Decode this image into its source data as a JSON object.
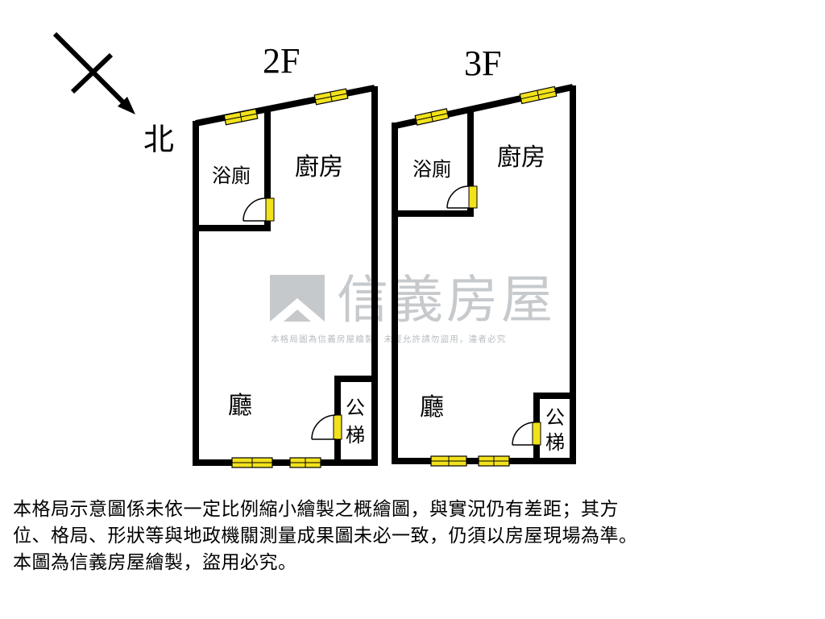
{
  "north_label": "北",
  "floors": [
    {
      "label": "2F",
      "rooms": {
        "bathroom": "浴廁",
        "kitchen": "廚房",
        "living": "廳",
        "elevator_top": "公",
        "elevator_bottom": "梯"
      }
    },
    {
      "label": "3F",
      "rooms": {
        "bathroom": "浴廁",
        "kitchen": "廚房",
        "living": "廳",
        "elevator_top": "公",
        "elevator_bottom": "梯"
      }
    }
  ],
  "watermark": {
    "name": "信義房屋",
    "notice": "本格局圖為信義房屋繪製，未經允許請勿盜用，違者必究"
  },
  "disclaimer": [
    "本格局示意圖係未依一定比例縮小繪製之概繪圖，與實況仍有差距；其方",
    "位、格局、形狀等與地政機關測量成果圖未必一致，仍須以房屋現場為準。",
    "本圖為信義房屋繪製，盜用必究。"
  ],
  "colors": {
    "wall": "#000000",
    "window": "#f2e21c",
    "watermark": "#9aa0a6"
  }
}
